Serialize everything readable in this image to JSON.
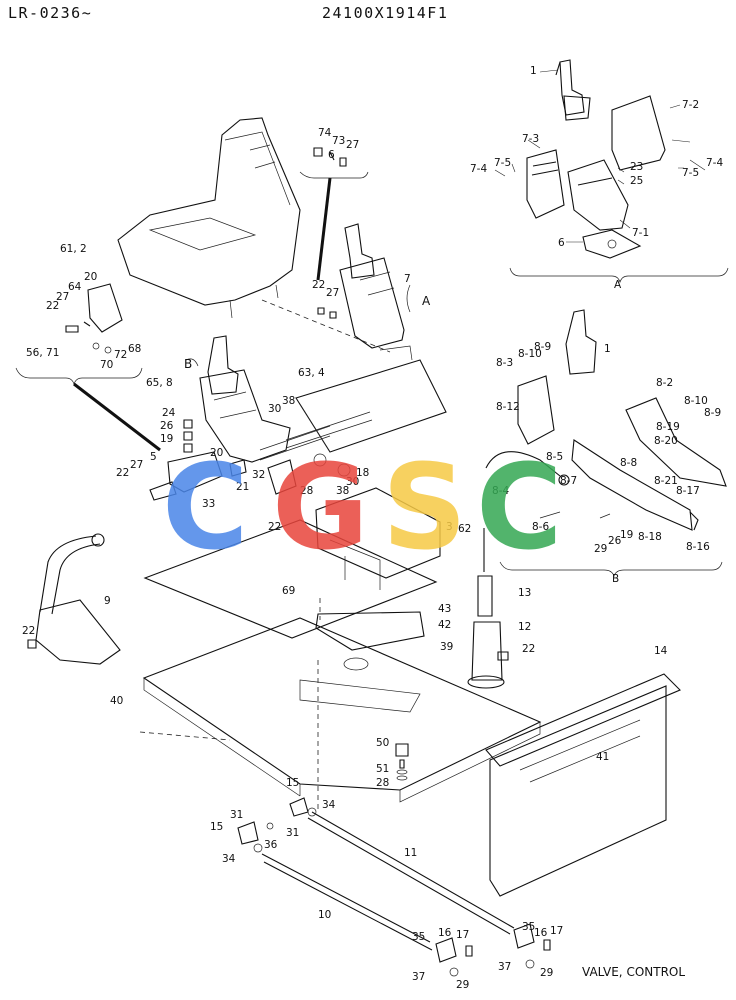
{
  "header": {
    "left": "LR-0236~",
    "right": "24100X1914F1"
  },
  "caption": "VALVE, CONTROL",
  "watermark": {
    "letters": [
      "C",
      "G",
      "S",
      "C"
    ],
    "colors": [
      "#4a86e8",
      "#e8453c",
      "#f6c945",
      "#34a853"
    ]
  },
  "callouts": {
    "c1": "1",
    "c2": "7-2",
    "c3": "7-3",
    "c4": "7-4",
    "c5": "7-5",
    "c6": "7-5",
    "c7": "7-4",
    "c8": "23",
    "c9": "25",
    "c10": "7-1",
    "c11": "6",
    "c12": "A",
    "c13": "74",
    "c14": "73",
    "c15": "6",
    "c16": "27",
    "c17": "61, 2",
    "c18": "7",
    "c19": "22",
    "c20": "27",
    "c21": "A",
    "c22": "20",
    "c23": "64",
    "c24": "27",
    "c25": "22",
    "c26": "56, 71",
    "c27": "70",
    "c28": "72",
    "c29": "68",
    "c30": "B",
    "c31": "65, 8",
    "c32": "63, 4",
    "c33": "1",
    "c34": "8-9",
    "c35": "8-10",
    "c36": "8-3",
    "c37": "8-12",
    "c38": "8-2",
    "c39": "8-10",
    "c40": "8-9",
    "c41": "8-19",
    "c42": "8-20",
    "c43": "8-8",
    "c44": "8-5",
    "c45": "8-7",
    "c46": "8-21",
    "c47": "8-17",
    "c48": "8-4",
    "c49": "8-6",
    "c50": "26",
    "c51": "29",
    "c52": "19",
    "c53": "8-18",
    "c54": "8-16",
    "c55": "B",
    "c56": "24",
    "c57": "26",
    "c58": "19",
    "c59": "30",
    "c60": "38",
    "c61": "5",
    "c62": "20",
    "c63": "27",
    "c64": "22",
    "c65": "21",
    "c66": "33",
    "c67": "32",
    "c68": "28",
    "c69": "38",
    "c70": "18",
    "c71": "30",
    "c72": "3",
    "c73": "62",
    "c74": "22",
    "c75": "69",
    "c76": "9",
    "c77": "22",
    "c78": "13",
    "c79": "12",
    "c80": "22",
    "c81": "43",
    "c82": "42",
    "c83": "39",
    "c84": "40",
    "c85": "14",
    "c86": "41",
    "c87": "50",
    "c88": "51",
    "c89": "28",
    "c90": "15",
    "c91": "34",
    "c92": "31",
    "c93": "15",
    "c94": "36",
    "c95": "31",
    "c96": "34",
    "c97": "11",
    "c98": "10",
    "c99": "35",
    "c100": "16",
    "c101": "17",
    "c102": "35",
    "c103": "16",
    "c104": "17",
    "c105": "37",
    "c106": "29",
    "c107": "37",
    "c108": "29"
  }
}
